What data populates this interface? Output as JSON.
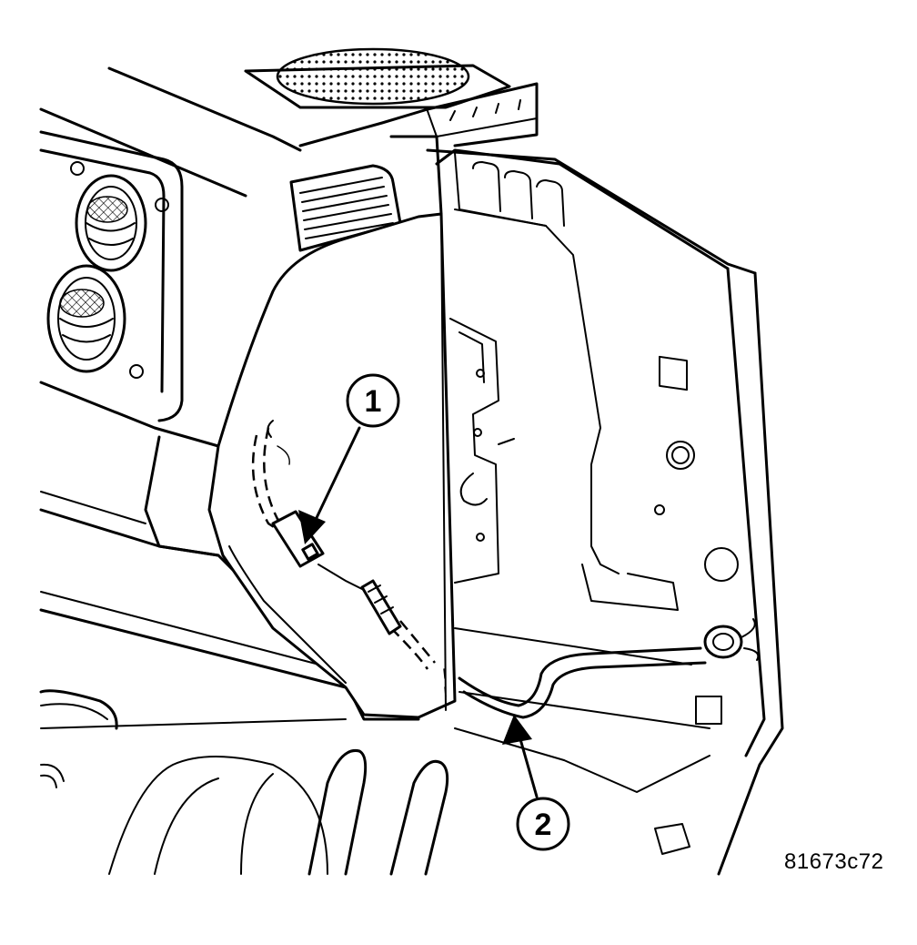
{
  "callouts": [
    {
      "id": "callout-1",
      "label": "1"
    },
    {
      "id": "callout-2",
      "label": "2"
    }
  ],
  "figure_id": "81673c72",
  "colors": {
    "line": "#000000",
    "background": "#ffffff"
  }
}
